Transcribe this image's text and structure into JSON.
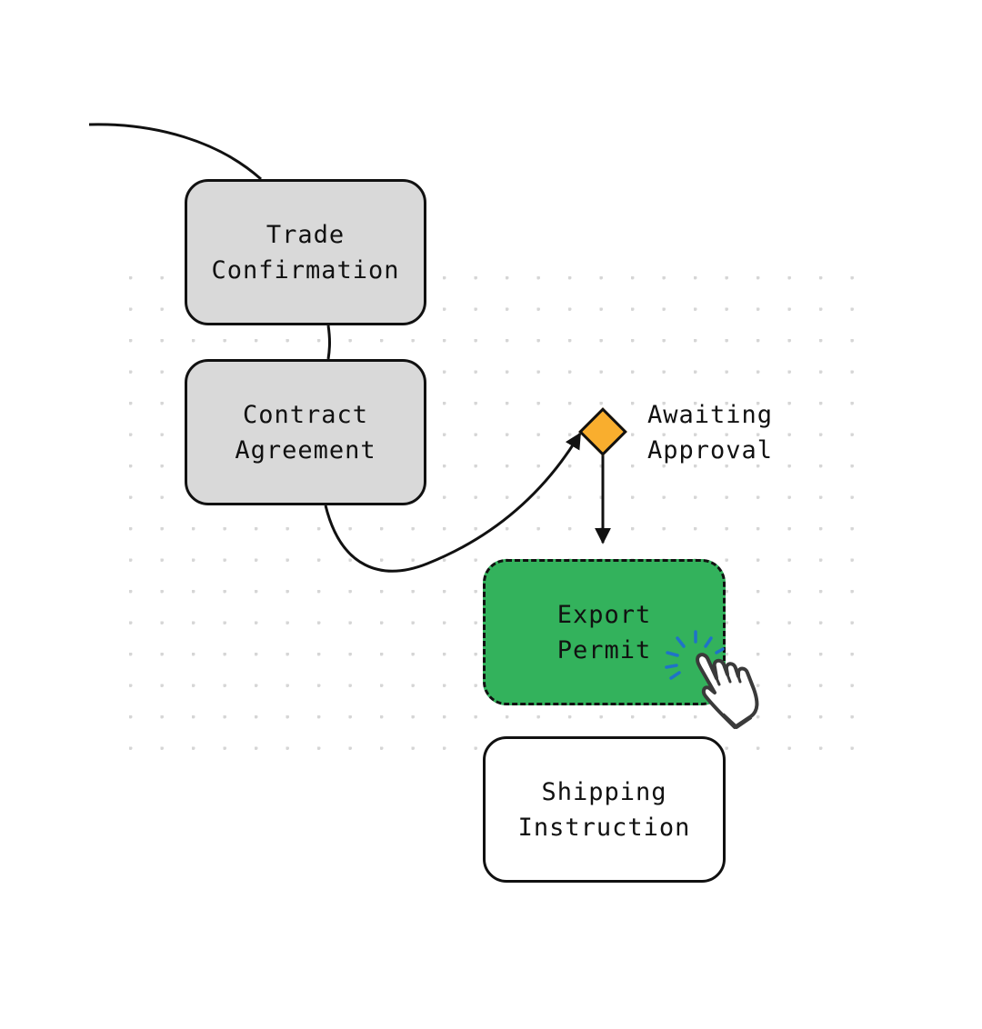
{
  "nodes": {
    "trade_confirmation": {
      "line1": "Trade",
      "line2": "Confirmation",
      "fill": "#d9d9d9"
    },
    "contract_agreement": {
      "line1": "Contract",
      "line2": "Agreement",
      "fill": "#d9d9d9"
    },
    "export_permit": {
      "line1": "Export",
      "line2": "Permit",
      "fill": "#33b25c"
    },
    "shipping_instruction": {
      "line1": "Shipping",
      "line2": "Instruction",
      "fill": "#ffffff"
    }
  },
  "decision": {
    "line1": "Awaiting",
    "line2": "Approval",
    "fill": "#f9ae2e"
  },
  "icons": {
    "cursor": "pointing-hand-icon",
    "click_burst_color": "#1f73c7"
  }
}
